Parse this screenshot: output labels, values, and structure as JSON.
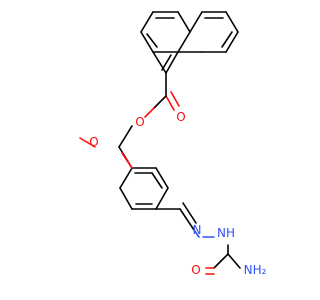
{
  "colors": {
    "carbon": "#000000",
    "oxygen": "#ff0d0d",
    "nitrogen": "#3050f8",
    "background": "#ffffff"
  },
  "labels": {
    "ester_carbonyl_o": "O",
    "ester_o": "O",
    "methoxy_o": "O",
    "imine_n": "N",
    "hydrazide_nh": "NH",
    "amide_o": "O",
    "amine_nh2": "NH₂"
  }
}
